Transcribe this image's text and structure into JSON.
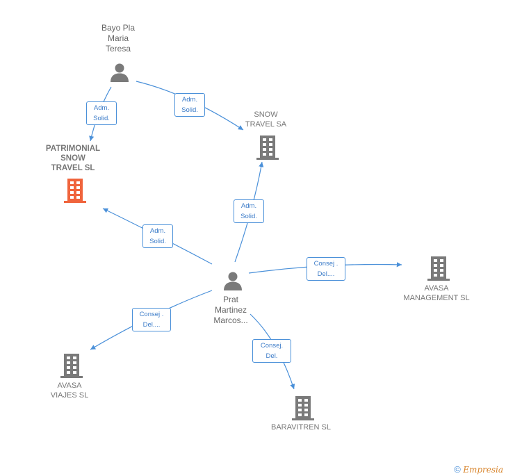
{
  "nodes": {
    "bayo": {
      "label": "Bayo Pla\nMaria\nTeresa"
    },
    "prat": {
      "label": "Prat\nMartinez\nMarcos..."
    },
    "patrimonial": {
      "label": "PATRIMONIAL\nSNOW\nTRAVEL  SL",
      "color": "#f0643c"
    },
    "snow": {
      "label": "SNOW\nTRAVEL SA"
    },
    "avasa_mgmt": {
      "label": "AVASA\nMANAGEMENT SL"
    },
    "avasa_viajes": {
      "label": "AVASA\nVIAJES SL"
    },
    "baravitren": {
      "label": "BARAVITREN SL"
    }
  },
  "edges": {
    "bayo_patrimonial": "Adm.\nSolid.",
    "bayo_snow": "Adm.\nSolid.",
    "prat_snow": "Adm.\nSolid.",
    "prat_patrimonial": "Adm.\nSolid.",
    "prat_avasa_mgmt": "Consej .\nDel....",
    "prat_avasa_viajes": "Consej .\nDel....",
    "prat_baravitren": "Consej.\nDel."
  },
  "colors": {
    "edge": "#4a90d9",
    "company": "#777777",
    "main_company": "#f0643c",
    "person": "#777777"
  },
  "footer": {
    "copyright": "©",
    "brand": "Empresia"
  }
}
